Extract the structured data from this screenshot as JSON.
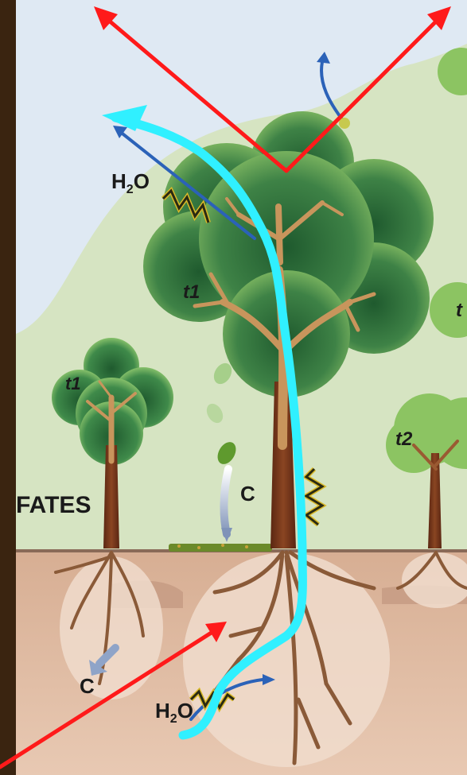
{
  "labels": {
    "h2o_top": "H",
    "h2o_top_sub": "2",
    "h2o_top_end": "O",
    "h2o_bottom": "H",
    "h2o_bottom_sub": "2",
    "h2o_bottom_end": "O",
    "carbon_leaf": "C",
    "carbon_soil": "C",
    "fates": "FATES",
    "t1_main": "t1",
    "t1_left": "t1",
    "t2_right": "t2",
    "t_edge": "t"
  },
  "colors": {
    "frame": "#3a2410",
    "sky": "#dfe9f3",
    "hill": "#d9e6c4",
    "soil": "#dcb8a0",
    "soil_dark": "#c59a80",
    "red_arrow": "#ff1a1a",
    "cyan_path": "#30f0ff",
    "canopy_dark": "#2f6e3a",
    "canopy_light": "#8cc26a",
    "trunk": "#7a3a1e",
    "branch": "#c8955c"
  }
}
